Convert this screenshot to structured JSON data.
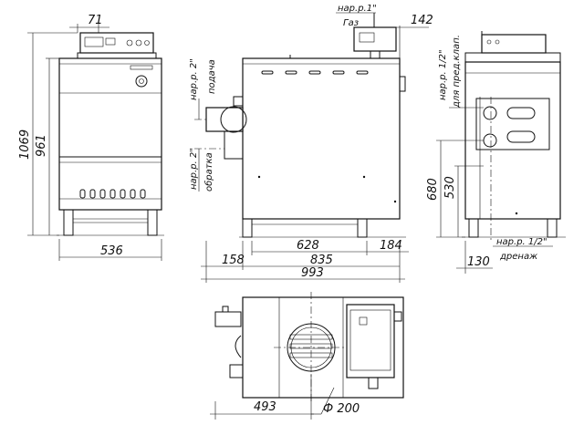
{
  "dimensions": {
    "front_top_offset": "71",
    "front_height_total": "1069",
    "front_height_body": "961",
    "front_width": "536",
    "side_d1": "158",
    "side_d2": "628",
    "side_d3": "184",
    "side_d4": "835",
    "side_d5": "993",
    "side_top_offset": "142",
    "back_h1": "680",
    "back_h2": "530",
    "back_w": "130",
    "plan_offset": "493",
    "plan_diameter": "Ф 200"
  },
  "labels": {
    "gas_thread": "нар.р.1\"",
    "gas": "Газ",
    "supply_thread": "нар.р. 2\"",
    "supply": "подача",
    "return_thread": "нар.р. 2\"",
    "return": "обратка",
    "valve_thread": "нар.р. 1/2\"",
    "valve": "для пред.клап.",
    "drain_thread": "нар.р. 1/2\"",
    "drain": "дренаж"
  }
}
